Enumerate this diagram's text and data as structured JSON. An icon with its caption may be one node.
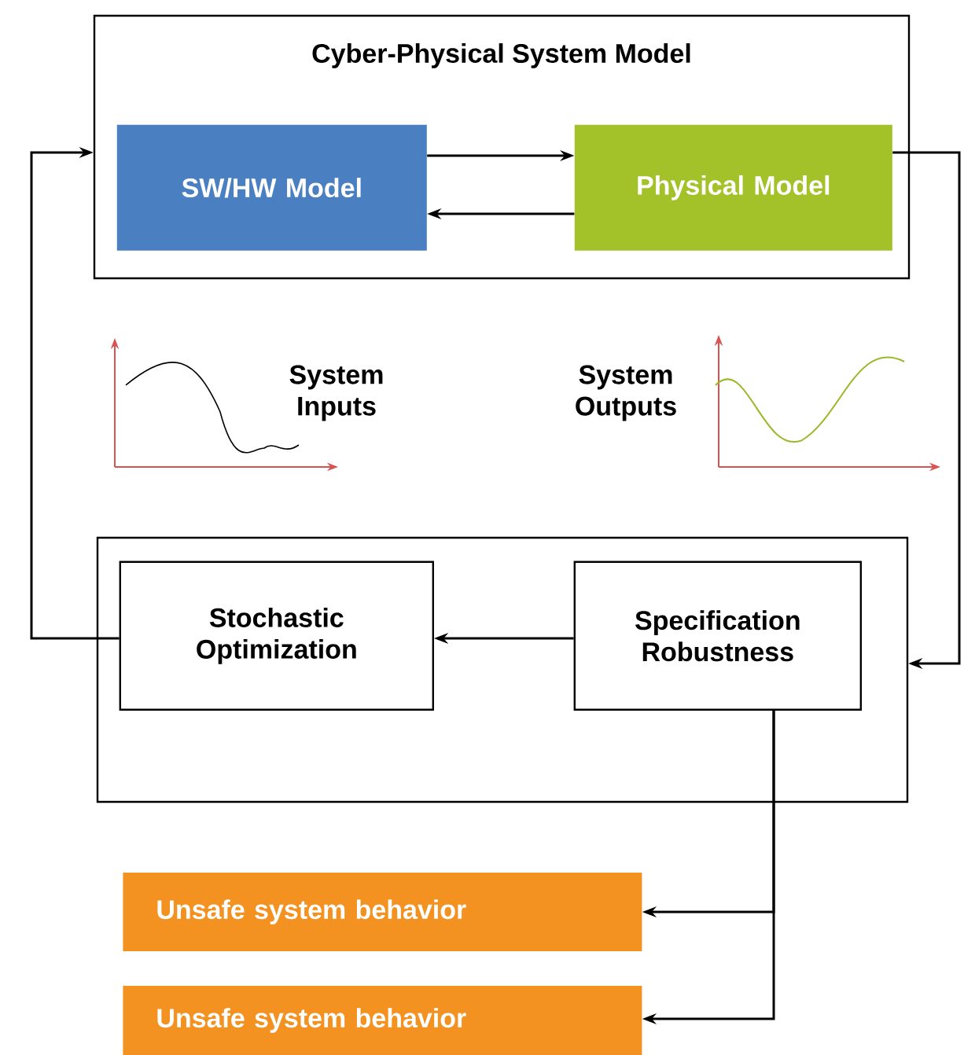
{
  "diagram": {
    "nodes": [
      {
        "text": [
          "Cyber-Physical System Model"
        ]
      },
      {
        "text": [
          "SW/HW Model"
        ],
        "in": 0
      },
      {
        "text": [
          "Physical Model"
        ],
        "in": 0
      },
      {
        "text": [],
        "shape": "box"
      },
      {
        "text": [
          "Stochastic Optimization"
        ],
        "in": 3
      },
      {
        "text": [
          "Specification Robustness"
        ],
        "in": 3
      },
      {
        "text": [
          "Unsafe system behavior"
        ]
      },
      {
        "text": [
          "Unsafe system behavior"
        ]
      }
    ],
    "edges": [
      {
        "from": 1,
        "to": 2,
        "arrow": "to"
      },
      {
        "from": 2,
        "to": 1,
        "arrow": "to"
      },
      {
        "from": 5,
        "to": 4,
        "arrow": "to"
      },
      {
        "from": 4,
        "to": 0,
        "arrow": "to"
      },
      {
        "from": 2,
        "to": 3,
        "arrow": "to"
      },
      {
        "from": 5,
        "to": 6,
        "arrow": "to"
      },
      {
        "from": 5,
        "to": 7,
        "arrow": "to"
      }
    ],
    "labels": [
      "System Inputs",
      "System Outputs"
    ]
  }
}
